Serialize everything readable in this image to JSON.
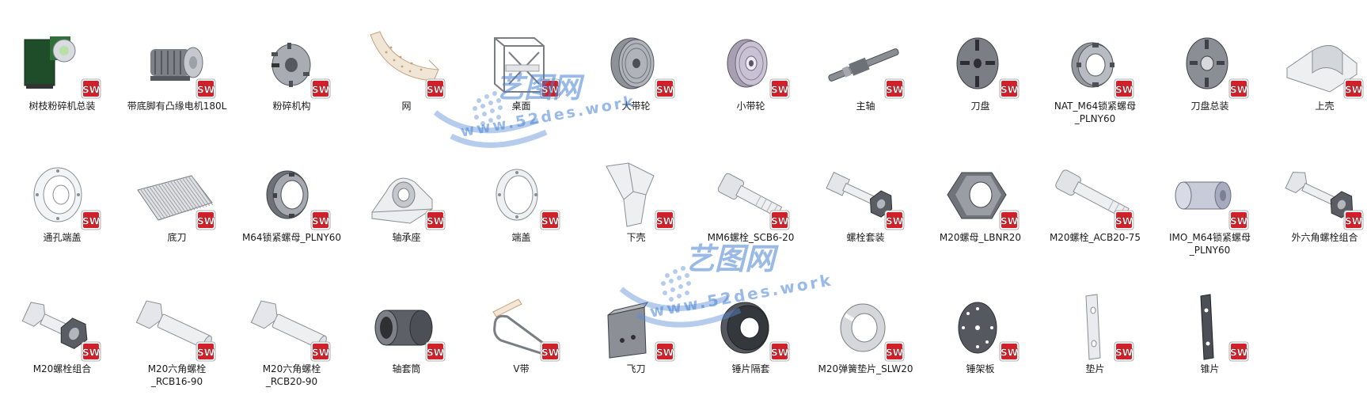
{
  "files": [
    {
      "label": "树枝粉碎机总装",
      "icon": "machine-assembly-icon"
    },
    {
      "label": "带底脚有凸缘电机180L",
      "icon": "electric-motor-icon"
    },
    {
      "label": "粉碎机构",
      "icon": "crusher-mechanism-icon"
    },
    {
      "label": "网",
      "icon": "screen-mesh-icon"
    },
    {
      "label": "桌面",
      "icon": "frame-table-icon"
    },
    {
      "label": "大带轮",
      "icon": "large-pulley-icon"
    },
    {
      "label": "小带轮",
      "icon": "small-pulley-icon"
    },
    {
      "label": "主轴",
      "icon": "main-shaft-icon"
    },
    {
      "label": "刀盘",
      "icon": "cutter-disc-icon"
    },
    {
      "label": "NAT_M64锁紧螺母\n_PLNY60",
      "icon": "lock-nut-icon"
    },
    {
      "label": "刀盘总装",
      "icon": "cutter-disc-assembly-icon"
    },
    {
      "label": "上壳",
      "icon": "upper-shell-icon"
    },
    {
      "label": "通孔端盖",
      "icon": "through-hole-end-cap-icon"
    },
    {
      "label": "底刀",
      "icon": "bottom-blade-icon"
    },
    {
      "label": "M64锁紧螺母_PLNY60",
      "icon": "lock-nut-ring-icon"
    },
    {
      "label": "轴承座",
      "icon": "bearing-housing-icon"
    },
    {
      "label": "端盖",
      "icon": "end-cap-icon"
    },
    {
      "label": "下壳",
      "icon": "lower-shell-icon"
    },
    {
      "label": "MM6螺栓_SCB6-20",
      "icon": "socket-bolt-icon"
    },
    {
      "label": "螺栓套装",
      "icon": "bolt-set-icon"
    },
    {
      "label": "M20螺母_LBNR20",
      "icon": "hex-nut-icon"
    },
    {
      "label": "M20螺栓_ACB20-75",
      "icon": "long-bolt-icon"
    },
    {
      "label": "IMO_M64锁紧螺母\n_PLNY60",
      "icon": "cylinder-nut-icon"
    },
    {
      "label": "外六角螺栓组合",
      "icon": "hex-bolt-assembly-icon"
    },
    {
      "label": "M20螺栓组合",
      "icon": "bolt-nut-assembly-icon"
    },
    {
      "label": "M20六角螺栓\n_RCB16-90",
      "icon": "hex-bolt-icon"
    },
    {
      "label": "M20六角螺栓\n_RCB20-90",
      "icon": "hex-bolt-large-icon"
    },
    {
      "label": "轴套筒",
      "icon": "shaft-sleeve-icon"
    },
    {
      "label": "V带",
      "icon": "v-belt-icon"
    },
    {
      "label": "飞刀",
      "icon": "fly-blade-icon"
    },
    {
      "label": "锤片隔套",
      "icon": "hammer-spacer-icon"
    },
    {
      "label": "M20弹簧垫片_SLW20",
      "icon": "spring-washer-icon"
    },
    {
      "label": "锤架板",
      "icon": "hammer-frame-plate-icon"
    },
    {
      "label": "垫片",
      "icon": "shim-icon"
    },
    {
      "label": "锥片",
      "icon": "taper-plate-icon"
    }
  ],
  "badge": {
    "text": "SW",
    "color": "#d0202a"
  },
  "watermark": {
    "cn": "艺图网",
    "url": "www.52des.work",
    "color": "#5a8fd6"
  }
}
